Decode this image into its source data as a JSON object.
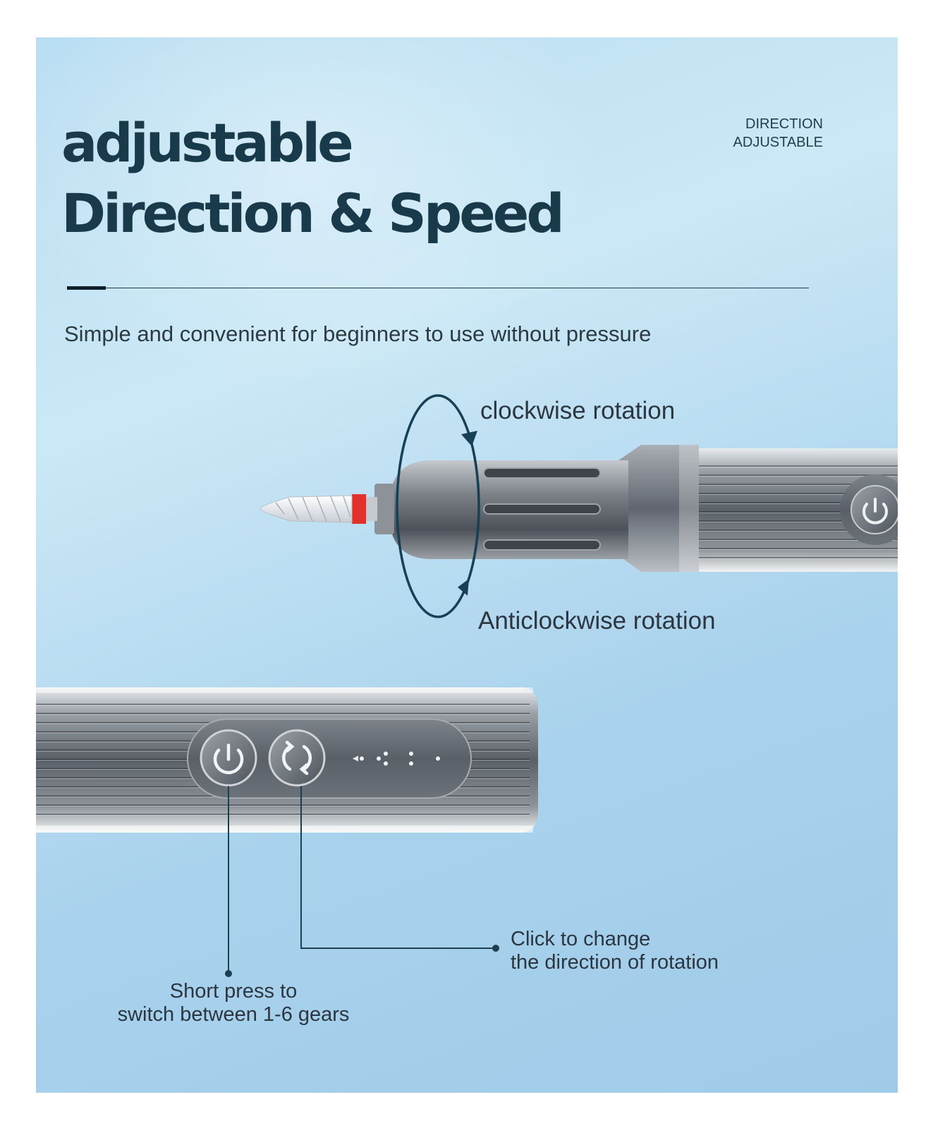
{
  "heading": {
    "line1": "adjustable",
    "line2": "Direction & Speed"
  },
  "corner_label": {
    "line1": "DIRECTION",
    "line2": "ADJUSTABLE"
  },
  "subtitle": "Simple and convenient for beginners to use without pressure",
  "rotation": {
    "clockwise": "clockwise rotation",
    "anticlockwise": "Anticlockwise rotation"
  },
  "buttons": {
    "direction_note": {
      "line1": "Click to change",
      "line2": "the direction of rotation"
    },
    "power_note": {
      "line1": "Short press to",
      "line2": "switch between 1-6 gears"
    }
  },
  "colors": {
    "background": "#b9def2",
    "heading": "#193a4a",
    "callout_line": "#1d3f52",
    "drill_bit_band": "#e0312b"
  }
}
